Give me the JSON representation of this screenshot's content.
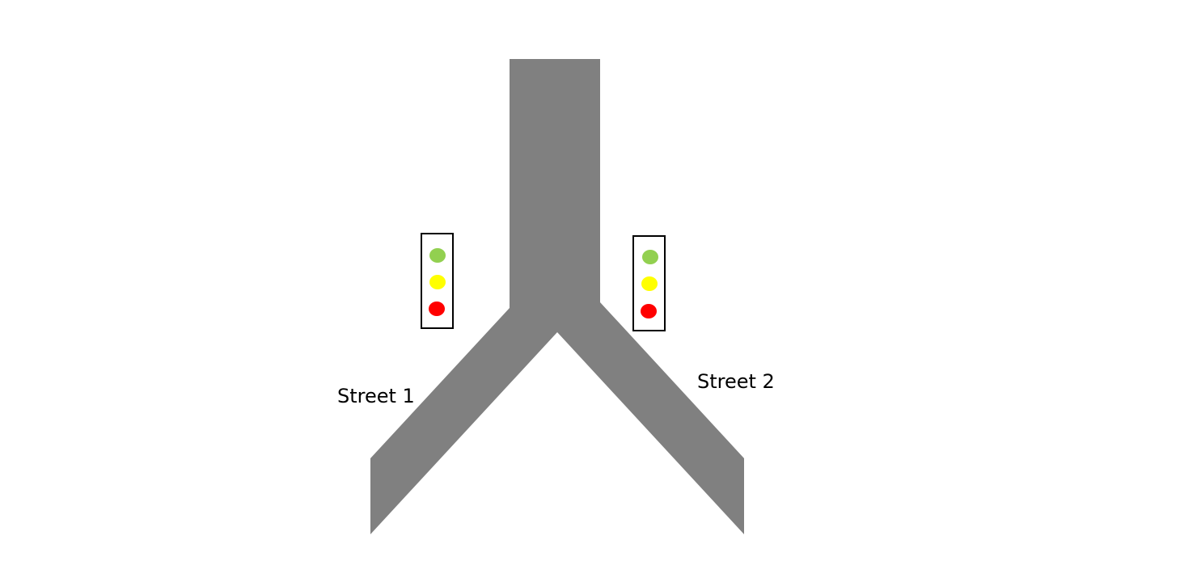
{
  "colors": {
    "road": "#808080",
    "background": "#ffffff",
    "light_housing_border": "#000000",
    "green_light": "#92d050",
    "yellow_light": "#ffff00",
    "red_light": "#ff0000"
  },
  "streets": [
    {
      "label": "Street 1"
    },
    {
      "label": "Street 2"
    }
  ],
  "traffic_lights": [
    {
      "street": "Street 1",
      "lamps": [
        "green",
        "yellow",
        "red"
      ]
    },
    {
      "street": "Street 2",
      "lamps": [
        "green",
        "yellow",
        "red"
      ]
    }
  ]
}
